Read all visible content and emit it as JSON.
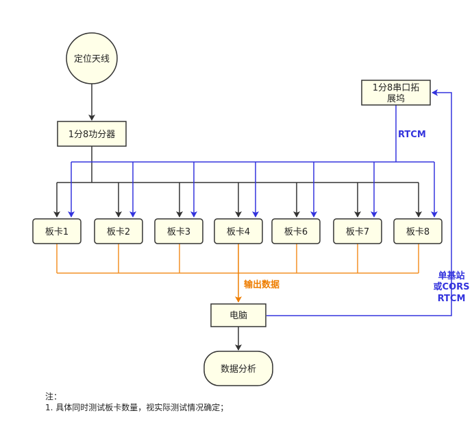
{
  "colors": {
    "node_fill": "#ffffe8",
    "node_stroke": "#333333",
    "black_line": "#333333",
    "blue_line": "#3333dd",
    "orange_line": "#f29126"
  },
  "nodes": {
    "antenna": "定位天线",
    "splitter": "1分8功分器",
    "serial_hub_line1": "1分8串口拓",
    "serial_hub_line2": "展坞",
    "computer": "电脑",
    "analysis": "数据分析",
    "boards": [
      "板卡1",
      "板卡2",
      "板卡3",
      "板卡4",
      "板卡6",
      "板卡7",
      "板卡8"
    ]
  },
  "labels": {
    "rtcm": "RTCM",
    "output": "输出数据",
    "base_line1": "单基站",
    "base_line2": "或CORS",
    "base_line3": "RTCM"
  },
  "note": {
    "title": "注：",
    "line1": "1. 具体同时测试板卡数量，视实际测试情况确定；"
  }
}
